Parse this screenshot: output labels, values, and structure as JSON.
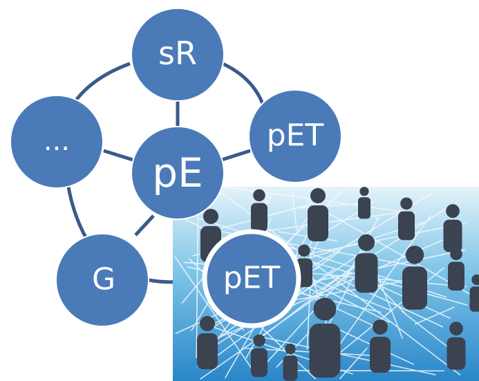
{
  "nodes": {
    "top": "sR",
    "left": "...",
    "center": "pE",
    "right": "pET",
    "bottom_left": "G",
    "bottom_right": "pET"
  },
  "colors": {
    "node_fill": "#4a7ab8",
    "node_stroke": "#ffffff",
    "edge": "#3a5a8a",
    "network_bg_top": "#d9eef8",
    "network_bg_bottom": "#2f8fd0",
    "network_lines": "#f2f8fc",
    "silhouette": "#3b4250"
  },
  "illustration": {
    "icon": "people-network-icon"
  }
}
